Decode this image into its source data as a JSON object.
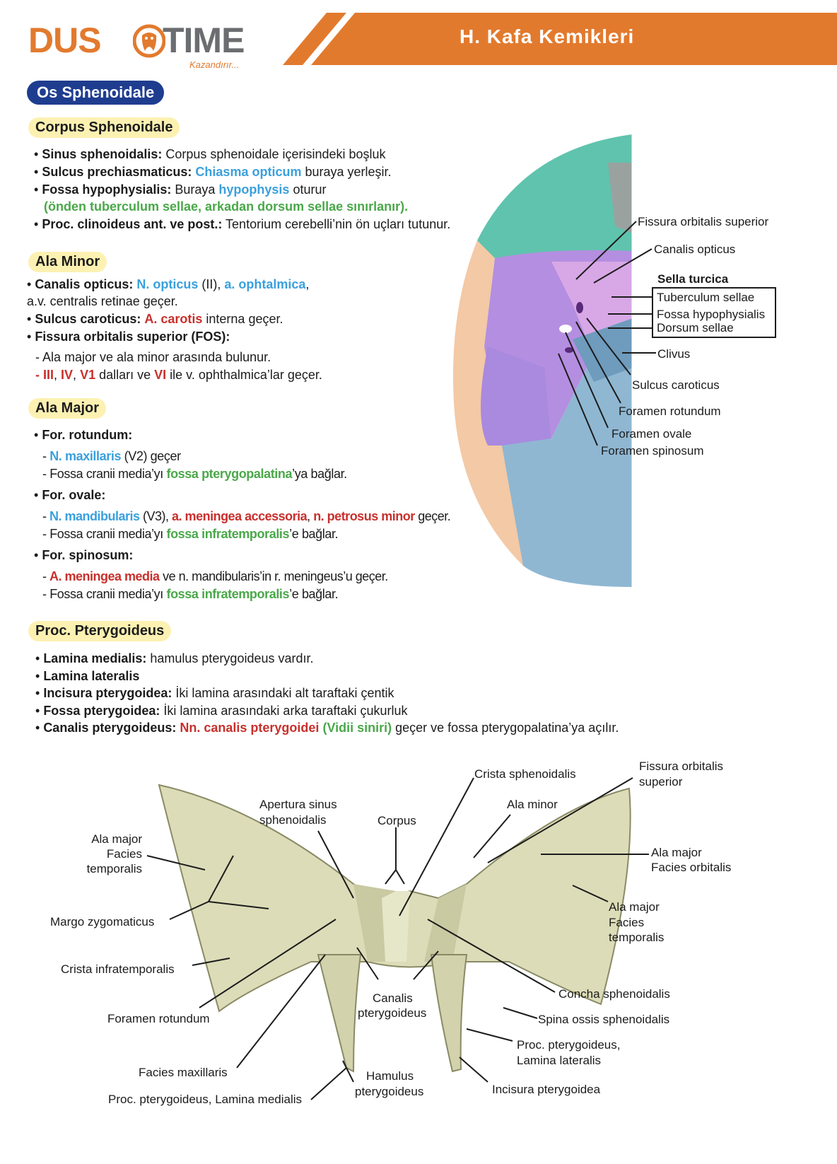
{
  "header": {
    "logo_left": "DUS",
    "logo_right": "TIME",
    "logo_tagline": "Kazandırır...",
    "title": "H. Kafa Kemikleri",
    "accent": "#e27a2e"
  },
  "main_title": "Os Sphenoidale",
  "corpus": {
    "heading": "Corpus Sphenoidale",
    "l1_term": "Sinus sphenoidalis:",
    "l1_text": " Corpus sphenoidale içerisindeki boşluk",
    "l2_term": "Sulcus prechiasmaticus:",
    "l2_hl": "Chiasma opticum",
    "l2_text": " buraya yerleşir.",
    "l3_term": "Fossa hypophysialis:",
    "l3_text1": " Buraya ",
    "l3_hl": "hypophysis",
    "l3_text2": " oturur",
    "l3_note": "(önden tuberculum sellae, arkadan dorsum sellae sınırlanır).",
    "l4_term": "Proc. clinoideus ant. ve post.:",
    "l4_text": " Tentorium cerebelli’nin ön uçları tutunur."
  },
  "ala_minor": {
    "heading": "Ala Minor",
    "l1_term": "Canalis opticus:",
    "l1_hl1": "N. opticus",
    "l1_t1": " (II), ",
    "l1_hl2": "a. ophtalmica",
    "l1_t2": ",",
    "l1_cont": "a.v. centralis retinae geçer.",
    "l2_term": "Sulcus caroticus:",
    "l2_hl": "A. carotis",
    "l2_text": " interna geçer.",
    "l3_term": "Fissura orbitalis superior (FOS):",
    "l3_sub1": "- Ala major ve ala minor arasında bulunur.",
    "l3_sub2_dash": "- ",
    "l3_sub2_r1": "III",
    "l3_sub2_c1": ", ",
    "l3_sub2_r2": "IV",
    "l3_sub2_c2": ", ",
    "l3_sub2_r3": "V1",
    "l3_sub2_t1": " dalları ve ",
    "l3_sub2_r4": "VI",
    "l3_sub2_t2": " ile v. ophthalmica’lar geçer."
  },
  "ala_major": {
    "heading": "Ala Major",
    "rot_title": "For. rotundum:",
    "rot_s1_hl": "N. maxillaris",
    "rot_s1_t": " (V2) geçer",
    "rot_s2_t1": "- Fossa cranii media’yı ",
    "rot_s2_hl": "fossa pterygopalatina",
    "rot_s2_t2": "’ya bağlar.",
    "ov_title": "For. ovale:",
    "ov_s1_hl1": "N. mandibularis",
    "ov_s1_t1": " (V3), ",
    "ov_s1_hl2": "a. meningea accessoria",
    "ov_s1_t2": ", ",
    "ov_s1_hl3": "n. petrosus minor",
    "ov_s1_t3": " geçer.",
    "ov_s2_t1": "- Fossa cranii media’yı ",
    "ov_s2_hl": "fossa infratemporalis",
    "ov_s2_t2": "’e bağlar.",
    "sp_title": "For. spinosum:",
    "sp_s1_hl": "A. meningea media",
    "sp_s1_t": " ve n. mandibularis’in r. meningeus’u geçer.",
    "sp_s2_t1": "- Fossa cranii media’yı ",
    "sp_s2_hl": "fossa infratemporalis",
    "sp_s2_t2": "’e bağlar."
  },
  "pterygoid": {
    "heading": "Proc. Pterygoideus",
    "l1_term": "Lamina medialis:",
    "l1_text": " hamulus pterygoideus vardır.",
    "l2_term": "Lamina lateralis",
    "l3_term": "Incisura pterygoidea:",
    "l3_text": " İki lamina arasındaki alt taraftaki çentik",
    "l4_term": "Fossa pterygoidea:",
    "l4_text": " İki lamina arasındaki arka taraftaki çukurluk",
    "l5_term": "Canalis pterygoideus:",
    "l5_hl1": "Nn. canalis pterygoidei",
    "l5_hl2": "(Vidii siniri)",
    "l5_text": " geçer ve fossa pterygopalatina’ya açılır."
  },
  "fig1": {
    "fissura": "Fissura orbitalis superior",
    "canalis": "Canalis opticus",
    "sella": "Sella turcica",
    "tuberculum": "Tuberculum sellae",
    "fossa": "Fossa hypophysialis",
    "dorsum": "Dorsum sellae",
    "clivus": "Clivus",
    "sulcus": "Sulcus caroticus",
    "rotundum": "Foramen rotundum",
    "ovale": "Foramen ovale",
    "spinosum": "Foramen spinosum"
  },
  "fig2": {
    "crista_sph": "Crista sphenoidalis",
    "fissura1": "Fissura orbitalis",
    "fissura2": "superior",
    "apertura1": "Apertura sinus",
    "apertura2": "sphenoidalis",
    "corpus": "Corpus",
    "ala_minor": "Ala minor",
    "ala_major_l1": "Ala major",
    "ala_major_l2": "Facies",
    "ala_major_l3": "temporalis",
    "ala_major_r_orb1": "Ala major",
    "ala_major_r_orb2": "Facies orbitalis",
    "ala_major_r_temp1": "Ala major",
    "ala_major_r_temp2": "Facies",
    "ala_major_r_temp3": "temporalis",
    "margo": "Margo zygomaticus",
    "crista_inf": "Crista infratemporalis",
    "foramen_rot": "Foramen rotundum",
    "canalis1": "Canalis",
    "canalis2": "pterygoideus",
    "concha": "Concha sphenoidalis",
    "spina": "Spina ossis sphenoidalis",
    "lam_lat1": "Proc. pterygoideus,",
    "lam_lat2": "Lamina lateralis",
    "facies_max": "Facies maxillaris",
    "hamulus1": "Hamulus",
    "hamulus2": "pterygoideus",
    "incisura": "Incisura pterygoidea",
    "lam_med": "Proc. pterygoideus, Lamina medialis"
  }
}
